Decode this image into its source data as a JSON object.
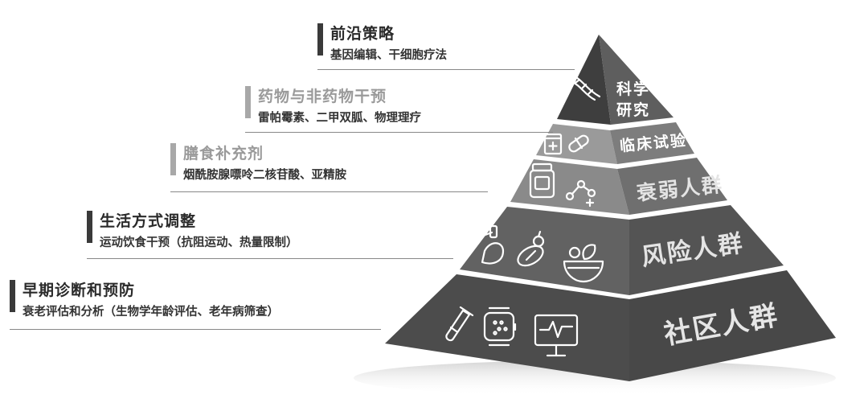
{
  "strategies": [
    {
      "title": "前沿策略",
      "subtitle": "基因编辑、干细胞疗法"
    },
    {
      "title": "药物与非药物干预",
      "subtitle": "雷帕霉素、二甲双胍、物理理疗"
    },
    {
      "title": "膳食补充剂",
      "subtitle": "烟酰胺腺嘌呤二核苷酸、亚精胺"
    },
    {
      "title": "生活方式调整",
      "subtitle": "运动饮食干预（抗阻运动、热量限制）"
    },
    {
      "title": "早期诊断和预防",
      "subtitle": "衰老评估和分析（生物学年龄评估、老年病筛查）"
    }
  ],
  "tiers": {
    "top_line1": "科学",
    "top_line2": "研究",
    "tier2": "临床试验",
    "tier3": "衰弱人群",
    "tier4": "风险人群",
    "tier5": "社区人群"
  },
  "icons": [
    "dna-icon",
    "medicine-bottle-icon",
    "pill-icon",
    "supplement-jar-icon",
    "molecule-icon",
    "dumbbell-arm-icon",
    "vegetables-icon",
    "salad-bowl-icon",
    "test-tube-icon",
    "smartwatch-icon",
    "heart-monitor-icon"
  ],
  "colors": {
    "tier1": "#4a4a4a",
    "tier2": "#8d8d8d",
    "tier3": "#7a7a7a",
    "tier4": "#636363",
    "tier5": "#555555"
  }
}
